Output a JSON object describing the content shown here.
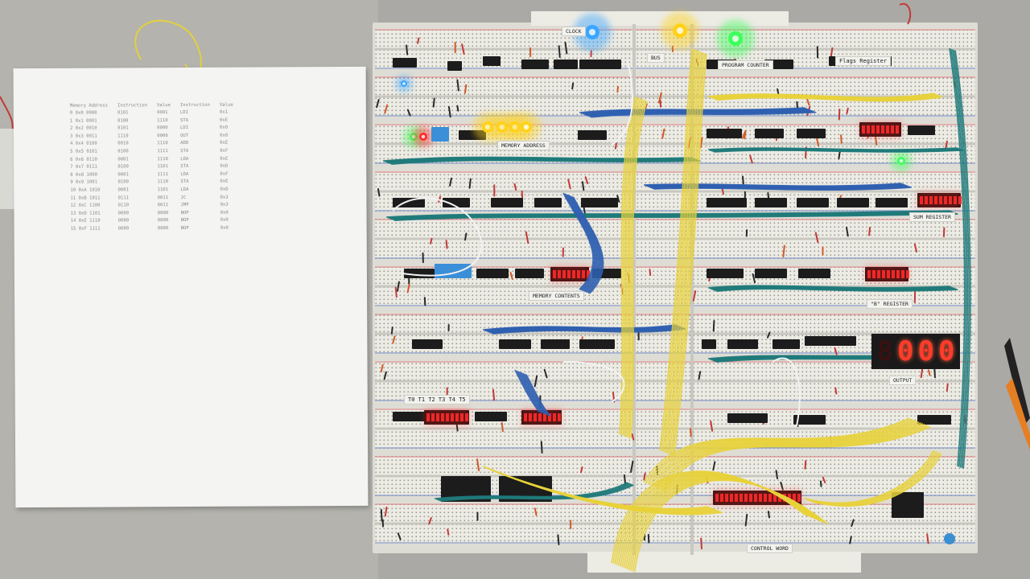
{
  "labels": {
    "clock": "CLOCK",
    "bus": "BUS",
    "program_counter": "PROGRAM COUNTER",
    "flags_register": "Flags Register",
    "memory_address": "MEMORY ADDRESS",
    "memory_contents": "MEMORY CONTENTS",
    "sum_register": "SUM REGISTER",
    "b_register": "\"B\" REGISTER",
    "output": "OUTPUT",
    "t_states": "T0 T1 T2 T3 T4 T5",
    "control_word": "CONTROL WORD"
  },
  "memory_table": {
    "headers": [
      "Memory Address",
      "Instruction",
      "Value",
      "Instruction",
      "Value"
    ],
    "rows": [
      [
        "0 0x0 0000",
        "0101",
        "0001",
        "LDI",
        "0x1"
      ],
      [
        "1 0x1 0001",
        "0100",
        "1110",
        "STA",
        "0xE"
      ],
      [
        "2 0x2 0010",
        "0101",
        "0000",
        "LDI",
        "0x0"
      ],
      [
        "3 0x3 0011",
        "1110",
        "0000",
        "OUT",
        "0x0"
      ],
      [
        "4 0x4 0100",
        "0010",
        "1110",
        "ADD",
        "0xE"
      ],
      [
        "5 0x5 0101",
        "0100",
        "1111",
        "STA",
        "0xF"
      ],
      [
        "6 0x6 0110",
        "0001",
        "1110",
        "LDA",
        "0xE"
      ],
      [
        "7 0x7 0111",
        "0100",
        "1101",
        "STA",
        "0xD"
      ],
      [
        "8 0x8 1000",
        "0001",
        "1111",
        "LDA",
        "0xF"
      ],
      [
        "9 0x9 1001",
        "0100",
        "1110",
        "STA",
        "0xE"
      ],
      [
        "10 0xA 1010",
        "0001",
        "1101",
        "LDA",
        "0xD"
      ],
      [
        "11 0xB 1011",
        "0111",
        "0011",
        "JC",
        "0x3"
      ],
      [
        "12 0xC 1100",
        "0110",
        "0011",
        "JMP",
        "0x3"
      ],
      [
        "13 0xD 1101",
        "0000",
        "0000",
        "NOP",
        "0x0"
      ],
      [
        "14 0xE 1110",
        "0000",
        "0000",
        "NOP",
        "0x0"
      ],
      [
        "15 0xF 1111",
        "0000",
        "0000",
        "NOP",
        "0x0"
      ]
    ]
  },
  "output_display": {
    "digits": [
      "8",
      "0",
      "0",
      "0"
    ]
  },
  "colors": {
    "breadboard": "#ecebe4",
    "wire_blue": "#2f5fb0",
    "wire_teal": "#1f7a7a",
    "wire_yellow": "#e8d23a",
    "led_red": "#ff2a2a",
    "led_yellow": "#ffd21a",
    "led_green": "#3dff5a",
    "led_blue": "#3aa6ff",
    "chip": "#1c1c1c"
  }
}
